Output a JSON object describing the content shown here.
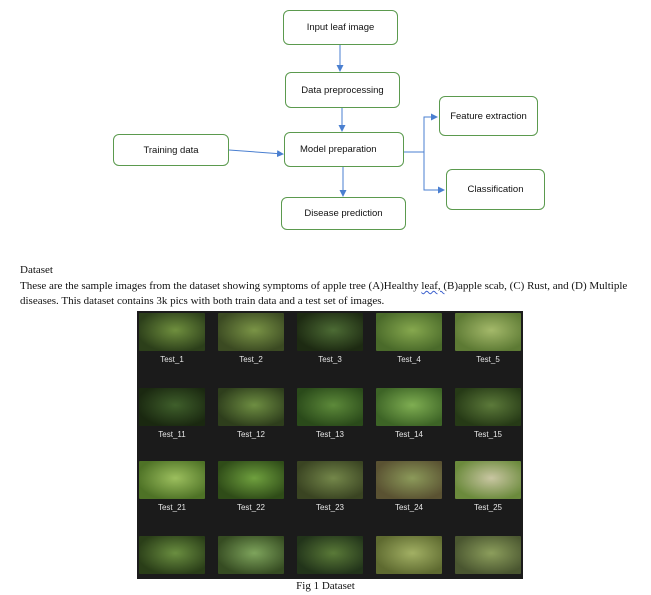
{
  "flowchart": {
    "nodes": {
      "input": "Input leaf image",
      "preprocess": "Data preprocessing",
      "training": "Training data",
      "model": "Model preparation",
      "feature": "Feature extraction",
      "classification": "Classification",
      "prediction": "Disease prediction"
    },
    "colors": {
      "border": "#5b9a4e",
      "arrow": "#4a7fd0"
    }
  },
  "section": {
    "title": "Dataset",
    "paragraph_part1": "These are the sample images from the dataset showing symptoms of apple tree (A)Healthy ",
    "paragraph_squiggle": "leaf,  (",
    "paragraph_part2": "B)apple scab, (C) Rust, and (D) Multiple diseases. This dataset contains 3k pics with both train data and a test set of images."
  },
  "gallery": {
    "thumbnails": [
      {
        "label": "Test_1",
        "c1": "#6f8f3e",
        "c2": "#2c3f1a"
      },
      {
        "label": "Test_2",
        "c1": "#7a9446",
        "c2": "#3b4a22"
      },
      {
        "label": "Test_3",
        "c1": "#4c6b34",
        "c2": "#1d2a12"
      },
      {
        "label": "Test_4",
        "c1": "#86a84e",
        "c2": "#4a6a2a"
      },
      {
        "label": "Test_5",
        "c1": "#a4b96a",
        "c2": "#5d7a34"
      },
      {
        "label": "Test_11",
        "c1": "#3f5f2b",
        "c2": "#1a2810"
      },
      {
        "label": "Test_12",
        "c1": "#6e8e42",
        "c2": "#2e3e1c"
      },
      {
        "label": "Test_13",
        "c1": "#5d8a3a",
        "c2": "#2a4a1a"
      },
      {
        "label": "Test_14",
        "c1": "#7fae52",
        "c2": "#3d6426"
      },
      {
        "label": "Test_15",
        "c1": "#5c7a3a",
        "c2": "#263a16"
      },
      {
        "label": "Test_21",
        "c1": "#9cbf5e",
        "c2": "#4e7226"
      },
      {
        "label": "Test_22",
        "c1": "#6fa03e",
        "c2": "#2f4c18"
      },
      {
        "label": "Test_23",
        "c1": "#74874a",
        "c2": "#3a4422"
      },
      {
        "label": "Test_24",
        "c1": "#8c9a5a",
        "c2": "#5a5232"
      },
      {
        "label": "Test_25",
        "c1": "#c9c6a2",
        "c2": "#6b8a3c"
      },
      {
        "label": "",
        "c1": "#6a8e40",
        "c2": "#2a3e18"
      },
      {
        "label": "",
        "c1": "#7ea45c",
        "c2": "#364c22"
      },
      {
        "label": "",
        "c1": "#5a7a38",
        "c2": "#22341a"
      },
      {
        "label": "",
        "c1": "#a2b064",
        "c2": "#5e6a30"
      },
      {
        "label": "",
        "c1": "#8c9e5c",
        "c2": "#4a5630"
      }
    ]
  },
  "caption": "Fig 1 Dataset"
}
